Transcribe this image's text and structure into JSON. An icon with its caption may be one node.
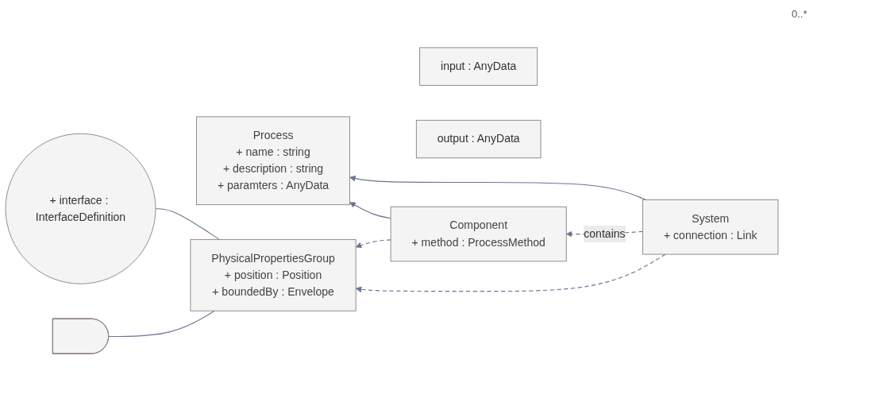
{
  "diagram": {
    "nodes": [
      {
        "text": [
          "Process",
          "+ name : string",
          "+ description : string",
          "+ paramters : AnyData"
        ]
      },
      {
        "text": [
          "input : AnyData"
        ]
      },
      {
        "text": [
          "output : AnyData"
        ]
      },
      {
        "text": [
          "Component",
          "+ method : ProcessMethod"
        ]
      },
      {
        "text": [
          "System",
          "+ connection : Link"
        ]
      },
      {
        "text": [
          "PhysicalPropertiesGroup",
          "+ position : Position",
          "+ boundedBy : Envelope"
        ]
      },
      {
        "text": [
          "+ interface : InterfaceDefinition"
        ]
      },
      {
        "text": [],
        "shape": "socket"
      }
    ],
    "edges": [
      {
        "from": 4,
        "to": 0,
        "arrow": "to"
      },
      {
        "from": 3,
        "to": 0,
        "arrow": "to"
      },
      {
        "from": 4,
        "to": 3,
        "arrow": "to",
        "label": "contains",
        "style": "dashed"
      },
      {
        "from": 3,
        "to": 5,
        "arrow": "to",
        "style": "dashed"
      },
      {
        "from": 4,
        "to": 5,
        "arrow": "to",
        "style": "dashed"
      },
      {
        "from": 5,
        "to": 6,
        "arrow": "none"
      },
      {
        "from": 5,
        "to": 7,
        "arrow": "none"
      }
    ],
    "labels": [
      "0..*"
    ]
  }
}
